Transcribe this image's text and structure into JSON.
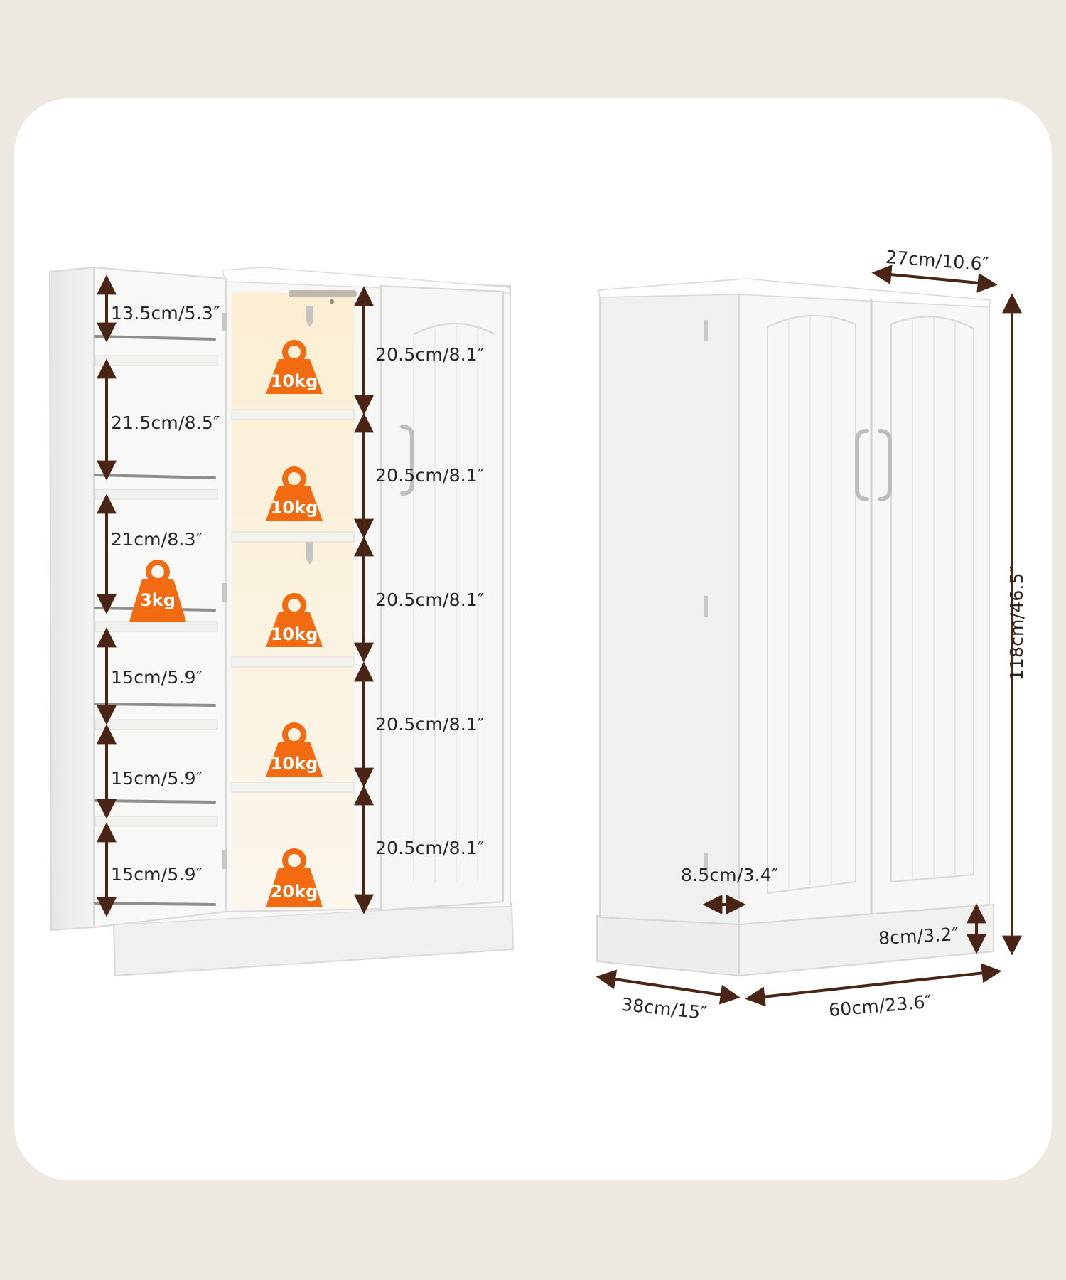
{
  "colors": {
    "background": "#ede8e0",
    "card": "#ffffff",
    "arrow": "#4a2414",
    "weight_badge": "#f26b10",
    "cabinet": "#f5f5f3",
    "interior_light": "#fbf1dc"
  },
  "door_shelf_heights": [
    "13.5cm/5.3″",
    "21.5cm/8.5″",
    "21cm/8.3″",
    "15cm/5.9″",
    "15cm/5.9″",
    "15cm/5.9″"
  ],
  "interior_shelf_heights": [
    "20.5cm/8.1″",
    "20.5cm/8.1″",
    "20.5cm/8.1″",
    "20.5cm/8.1″",
    "20.5cm/8.1″"
  ],
  "weight_capacities": {
    "interior": [
      "10kg",
      "10kg",
      "10kg",
      "10kg",
      "20kg"
    ],
    "door": "3kg"
  },
  "overall_dimensions": {
    "top_depth": "27cm/10.6″",
    "height": "118cm/46.5″",
    "door_thickness": "8.5cm/3.4″",
    "base_height": "8cm/3.2″",
    "depth": "38cm/15″",
    "width": "60cm/23.6″"
  },
  "icons": [
    "weight-icon",
    "double-arrow-icon"
  ]
}
